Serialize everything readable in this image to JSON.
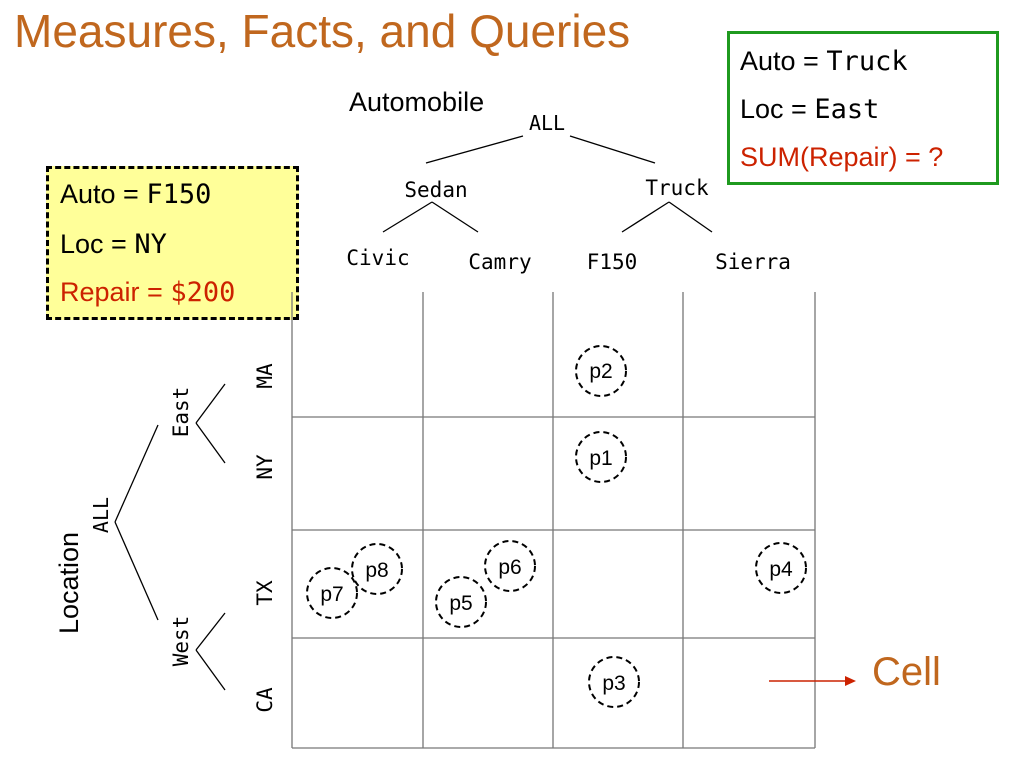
{
  "title": "Measures, Facts, and Queries",
  "query_box": {
    "auto_label": "Auto = ",
    "auto_value": "Truck",
    "loc_label": "Loc = ",
    "loc_value": "East",
    "measure": "SUM(Repair) = ?"
  },
  "fact_box": {
    "auto_label": "Auto = ",
    "auto_value": "F150",
    "loc_label": "Loc = ",
    "loc_value": "NY",
    "repair_label": "Repair = ",
    "repair_value": "$200"
  },
  "automobile": {
    "dimension": "Automobile",
    "root": "ALL",
    "categories": [
      "Sedan",
      "Truck"
    ],
    "models": [
      "Civic",
      "Camry",
      "F150",
      "Sierra"
    ]
  },
  "location": {
    "dimension": "Location",
    "root": "ALL",
    "regions": [
      "East",
      "West"
    ],
    "states": [
      "MA",
      "NY",
      "TX",
      "CA"
    ]
  },
  "points": [
    "p1",
    "p2",
    "p3",
    "p4",
    "p5",
    "p6",
    "p7",
    "p8"
  ],
  "cell_label": "Cell",
  "colors": {
    "title": "#c0671e",
    "query_border": "#1f9a1f",
    "fact_fill": "#ffff99",
    "measure_text": "#cc2200",
    "arrow": "#cc2200"
  }
}
